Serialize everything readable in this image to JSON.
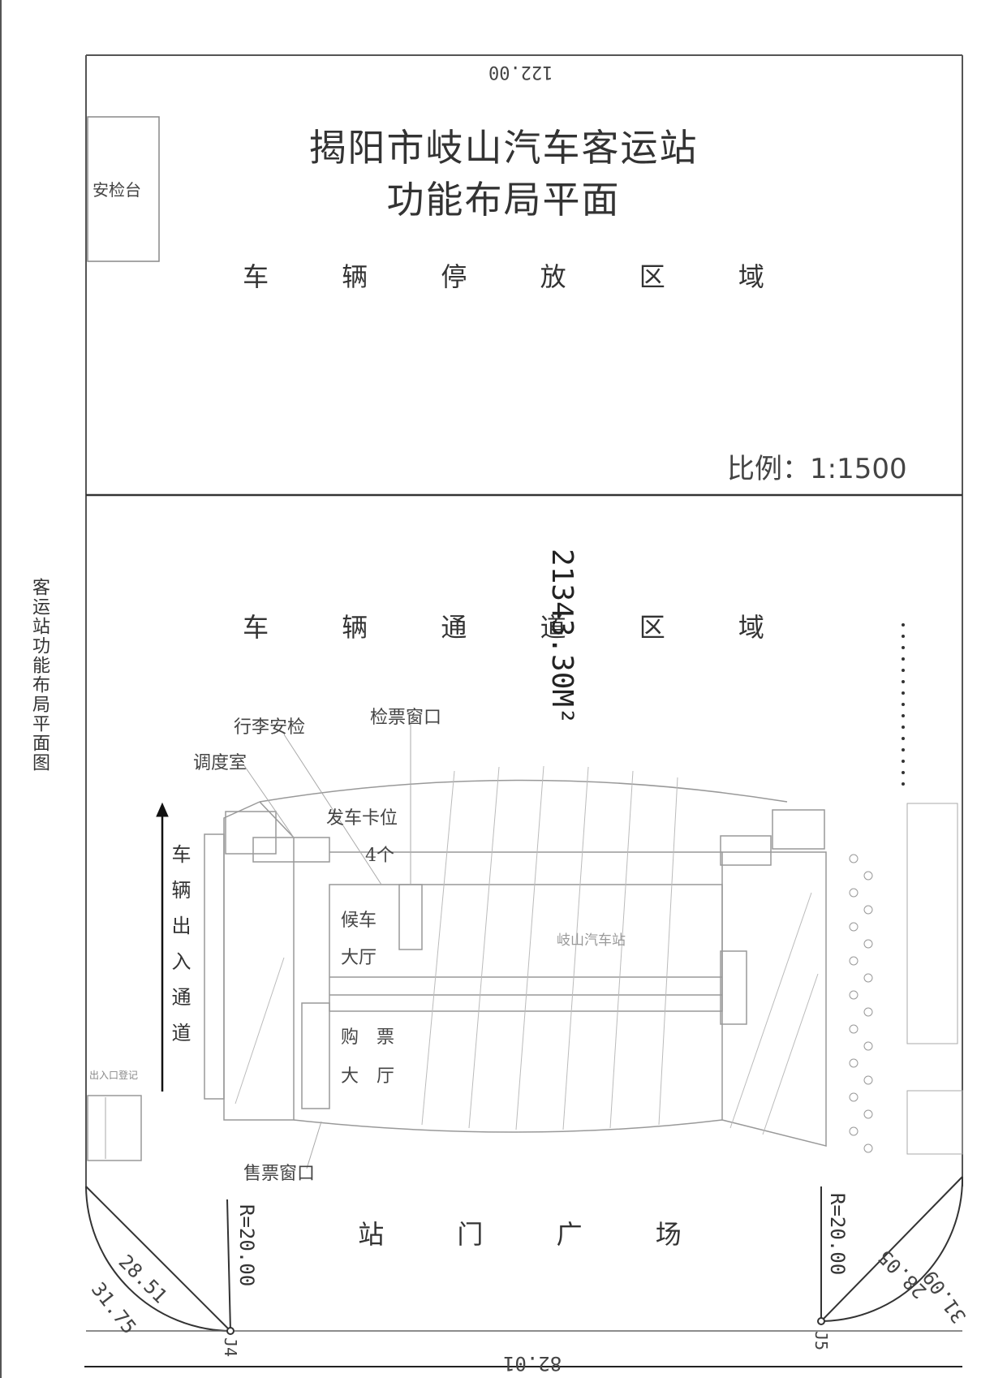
{
  "side_title": "客运站功能布局平面图",
  "title_line1": "揭阳市岐山汽车客运站",
  "title_line2": "功能布局平面",
  "top_dimension": "122.00",
  "security_desk": "安检台",
  "parking_zone": "车 辆 停 放 区 域",
  "scale": "比例：1:1500",
  "channel_zone": "车 辆 通 道 区 域",
  "area": "21343.30M²",
  "labels": {
    "baggage_check": "行李安检",
    "dispatch_room": "调度室",
    "ticket_check_window": "检票窗口",
    "departure_bays": "发车卡位",
    "departure_bays_count": "4个",
    "waiting_hall_1": "候车",
    "waiting_hall_2": "大厅",
    "ticket_hall_1": "购　票",
    "ticket_hall_2": "大　厅",
    "station_name": "岐山汽车站",
    "ticket_window": "售票窗口",
    "vehicle_access": "车辆出入通道",
    "entrance_register": "出入口登记",
    "square": "站 门 广 场"
  },
  "dimensions": {
    "radius_left": "R=20.00",
    "radius_right": "R=20.00",
    "left_chord": "28.51",
    "left_arc": "31.75",
    "right_chord": "28.05",
    "right_arc": "31.09",
    "bottom": "82.01",
    "point_left": "J4",
    "point_right": "J5"
  }
}
